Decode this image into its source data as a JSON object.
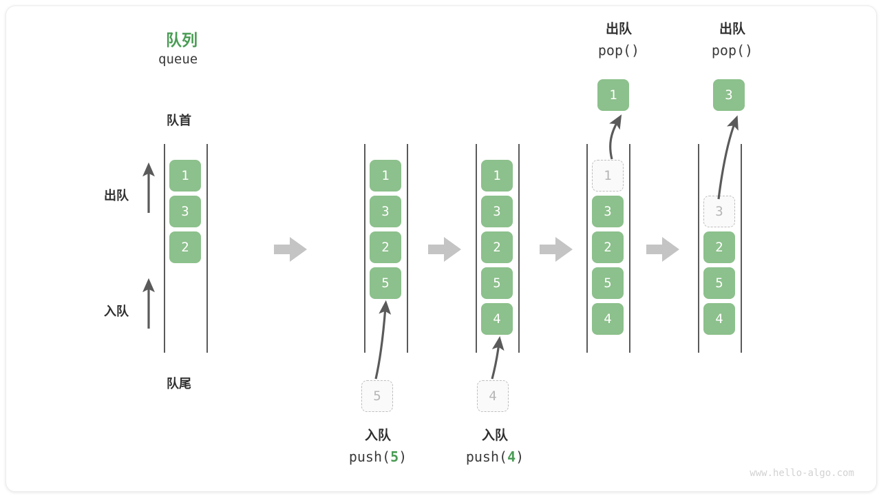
{
  "diagram": {
    "title_cn": "队列",
    "title_en": "queue",
    "front_label": "队首",
    "rear_label": "队尾",
    "dequeue_label": "出队",
    "enqueue_label": "入队",
    "watermark": "www.hello-algo.com",
    "accent_green": "#8cc08c",
    "title_green": "#499c54",
    "ghost_gray": "#b5b5b5",
    "arrow_gray": "#5a5a5a",
    "step_arrow_gray": "#c4c4c4"
  },
  "steps": [
    {
      "id": "initial",
      "cells": [
        "1",
        "3",
        "2"
      ],
      "ghost": null,
      "caption_l1": "",
      "caption_l2": "",
      "result": null
    },
    {
      "id": "push-5",
      "cells": [
        "1",
        "3",
        "2",
        "5"
      ],
      "ghost": "5",
      "caption_l1": "入队",
      "caption_l2_pre": "push(",
      "caption_l2_num": "5",
      "caption_l2_post": ")",
      "result": null
    },
    {
      "id": "push-4",
      "cells": [
        "1",
        "3",
        "2",
        "5",
        "4"
      ],
      "ghost": "4",
      "caption_l1": "入队",
      "caption_l2_pre": "push(",
      "caption_l2_num": "4",
      "caption_l2_post": ")",
      "result": null
    },
    {
      "id": "pop-1",
      "cells": [
        "3",
        "2",
        "5",
        "4"
      ],
      "ghost": "1",
      "header_l1": "出队",
      "header_l2": "pop()",
      "result": "1"
    },
    {
      "id": "pop-3",
      "cells": [
        "2",
        "5",
        "4"
      ],
      "ghost": "3",
      "header_l1": "出队",
      "header_l2": "pop()",
      "result": "3"
    }
  ],
  "step_arrows": [
    "arrow-right-icon",
    "arrow-right-icon",
    "arrow-right-icon",
    "arrow-right-icon"
  ]
}
